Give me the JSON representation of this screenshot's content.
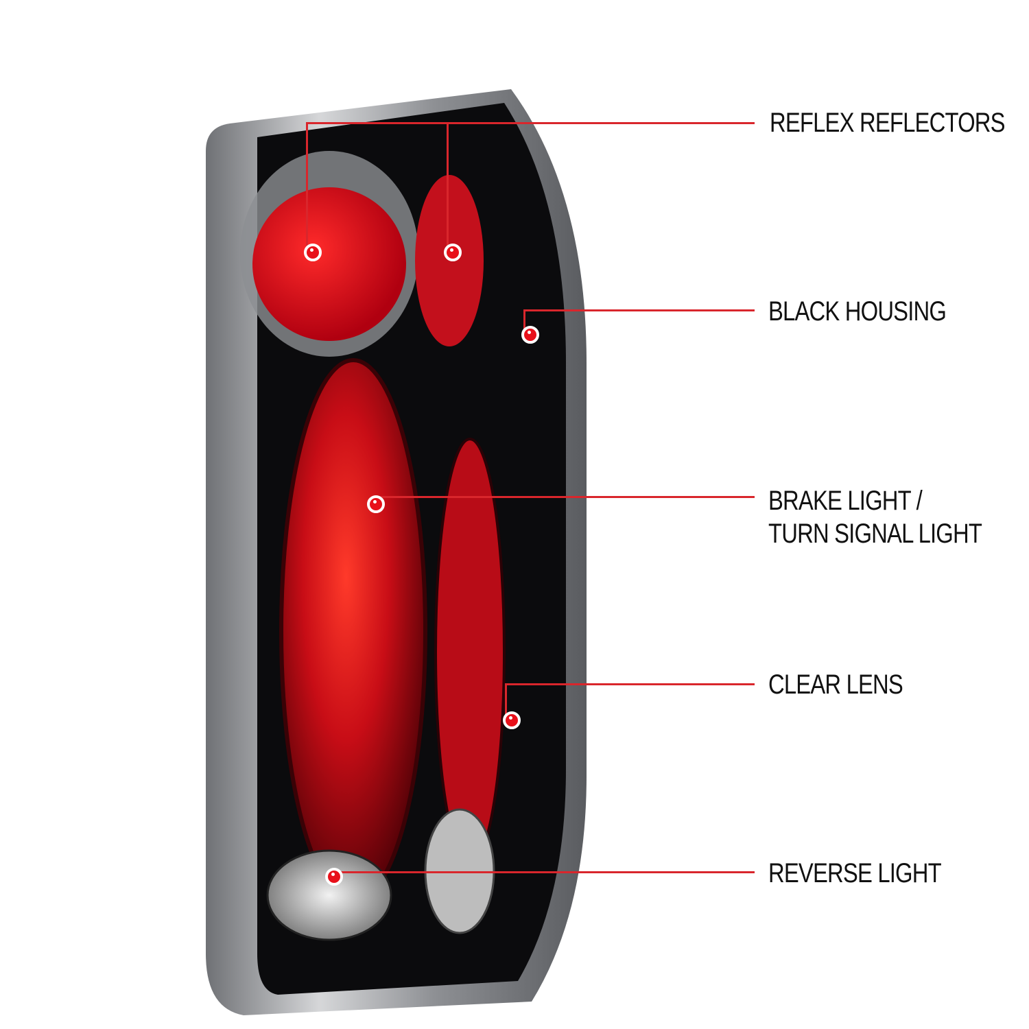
{
  "image": {
    "subject": "tail-light-assembly",
    "colors": {
      "callout_line": "#d9262c",
      "callout_dot": "#e8101a",
      "housing": "#0b0b0d",
      "lens_red": "#c0101a",
      "chrome": "#9a9ca0",
      "text": "#111111",
      "background": "#ffffff"
    }
  },
  "callouts": [
    {
      "id": "reflex-reflectors",
      "label": "REFLEX REFLECTORS"
    },
    {
      "id": "black-housing",
      "label": "BLACK HOUSING"
    },
    {
      "id": "brake-light",
      "label_line1": "BRAKE LIGHT /",
      "label_line2": "TURN SIGNAL LIGHT"
    },
    {
      "id": "clear-lens",
      "label": "CLEAR LENS"
    },
    {
      "id": "reverse-light",
      "label": "REVERSE LIGHT"
    }
  ]
}
